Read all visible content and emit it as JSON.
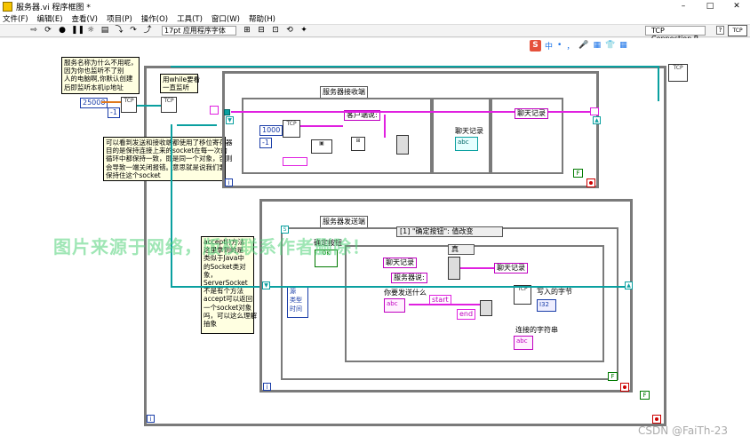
{
  "window": {
    "title": "服务器.vi 程序框图 *",
    "minimize": "–",
    "maximize": "□",
    "close": "✕"
  },
  "menu": {
    "items": [
      "文件(F)",
      "编辑(E)",
      "查看(V)",
      "项目(P)",
      "操作(O)",
      "工具(T)",
      "窗口(W)",
      "帮助(H)"
    ]
  },
  "toolbar": {
    "font_select": "17pt 应用程序字体",
    "palette_label": "TCP Connection R",
    "help_icon": "?"
  },
  "ime": {
    "logo": "S",
    "items": [
      "中",
      "•",
      "，",
      "🎤",
      "▦",
      "👕",
      "▦"
    ]
  },
  "diagram": {
    "notes": {
      "top_left": "服务名称为什么不用呢，\n因为你也监听不了别\n人的电脑啊,你默认创建\n后即监听本机ip地址",
      "while_note": "用while要看\n一直监听",
      "socket_note": "可以看到发送和接收端都使用了移位寄存器\n目的是保持连接上来的socket在每一次的\n循环中都保持一致，即是同一个对象，否则\n会导致一端关闭报错。意思就是说我们要\n保持住这个socket",
      "accept_note": "accept()方法\n这里拿到的是\n类似于Java中\n的Socket类对\n象，\nServerSocket\n不是有个方法\naccept可以返回\n一个socket对象\n吗，可以这么理解\n抽象"
    },
    "port_const": "25000",
    "timeout_const": "-1",
    "receive_loop": {
      "label": "服务器接收端",
      "const_1000": "1000",
      "const_neg1": "-1",
      "client_says": "客户端说:",
      "chat_log_label": "聊天记录",
      "chat_log_local": "聊天记录"
    },
    "send_loop": {
      "label": "服务器发送端",
      "event_selector": "[1] \"确定按钮\": 值改变",
      "ok_button_label": "确定按钮",
      "event_source": "源",
      "event_type": "类型",
      "event_time": "时间",
      "case_true": "真",
      "chat_log_local": "聊天记录",
      "chat_log_out": "聊天记录",
      "server_says": "服务器说:",
      "what_to_send": "你要发送什么",
      "start_const": "start",
      "end_const": "end",
      "bytes_written": "写入的字节",
      "connected_string": "连接的字符串"
    },
    "bool_false": "F"
  },
  "overlays": {
    "watermark": "图片来源于网络，版权联系作者删除！",
    "csdn": "CSDN @FaiTh-23"
  }
}
